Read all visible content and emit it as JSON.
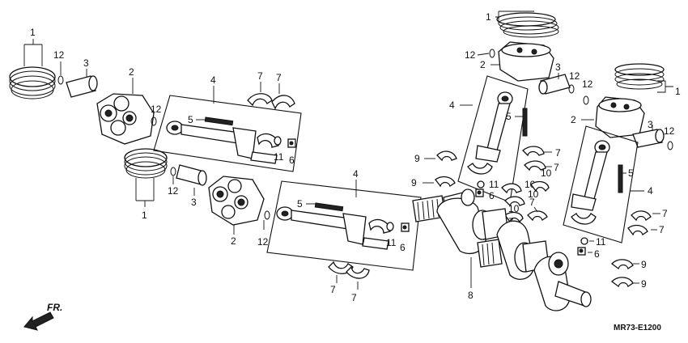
{
  "title_code": "MR73-E1200",
  "direction_label": "FR.",
  "colors": {
    "ink": "#111111",
    "paper": "#ffffff"
  },
  "callouts": {
    "piston_ring_set": "1",
    "piston": "2",
    "piston_pin": "3",
    "connecting_rod_assy": "4",
    "rod_bolt": "5",
    "rod_nut": "6",
    "bearing_shell_7": "7",
    "crankshaft": "8",
    "bearing_shell_9": "9",
    "bearing_shell_10": "10",
    "washer_11": "11",
    "pin_clip": "12"
  }
}
